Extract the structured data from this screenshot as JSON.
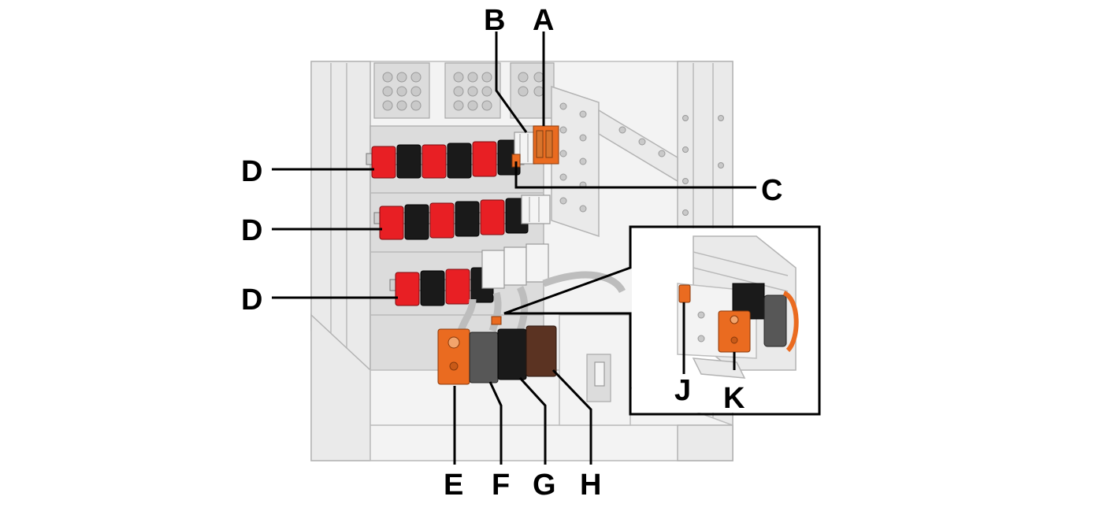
{
  "callouts": {
    "A": "A",
    "B": "B",
    "C": "C",
    "D1": "D",
    "D2": "D",
    "D3": "D",
    "E": "E",
    "F": "F",
    "G": "G",
    "H": "H",
    "J": "J",
    "K": "K"
  },
  "colors": {
    "phase_red": "#e81f24",
    "phase_black": "#1a1a1a",
    "orange": "#ea6b20",
    "grey": "#575757",
    "brown": "#5b3322",
    "cabinet": "#eaeaea"
  }
}
